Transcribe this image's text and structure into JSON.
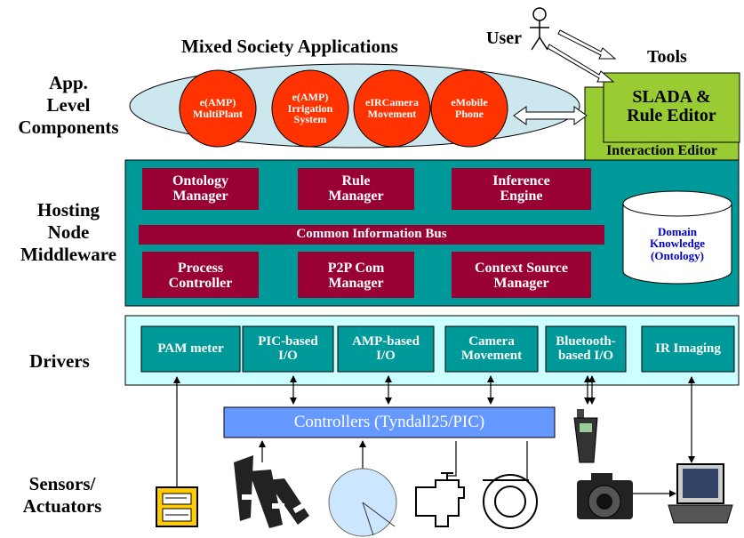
{
  "header": {
    "top_caption": "Mixed Society Applications",
    "user_label": "User",
    "tools_title": "Tools"
  },
  "layers": {
    "app": "App.\nLevel\nComponents",
    "middleware": "Hosting\nNode\nMiddleware",
    "drivers": "Drivers",
    "sensors": "Sensors/\nActuators"
  },
  "apps": [
    "e(AMP)\nMultiPlant",
    "e(AMP)\nIrrigation\nSystem",
    "eIRCamera\nMovement",
    "eMobile\nPhone"
  ],
  "tools": {
    "slada": "SLADA &\nRule Editor",
    "interaction": "Interaction Editor"
  },
  "middleware": {
    "top_row": [
      "Ontology\nManager",
      "Rule\nManager",
      "Inference\nEngine"
    ],
    "bus": "Common Information Bus",
    "bottom_row": [
      "Process\nController",
      "P2P Com\nManager",
      "Context Source\nManager"
    ],
    "knowledge": "Domain\nKnowledge\n(Ontology)"
  },
  "drivers": [
    "PAM meter",
    "PIC-based\nI/O",
    "AMP-based\nI/O",
    "Camera\nMovement",
    "Bluetooth-\nbased I/O",
    "IR Imaging"
  ],
  "controllers": "Controllers (Tyndall25/PIC)",
  "colors": {
    "teal": "#009999",
    "maroon": "#990033",
    "orange_red": "#ff3300",
    "ellipse": "#cce8ee",
    "lime": "#99cc33",
    "light_cyan": "#ccffff",
    "controller_blue": "#6699ff"
  },
  "sensors_icons": [
    "meter-device-icon",
    "clamp-sensors-icon",
    "dial-gauge-icon",
    "valve-icon",
    "coil-icon",
    "camera-icon",
    "laptop-icon",
    "mobile-phone-icon"
  ]
}
